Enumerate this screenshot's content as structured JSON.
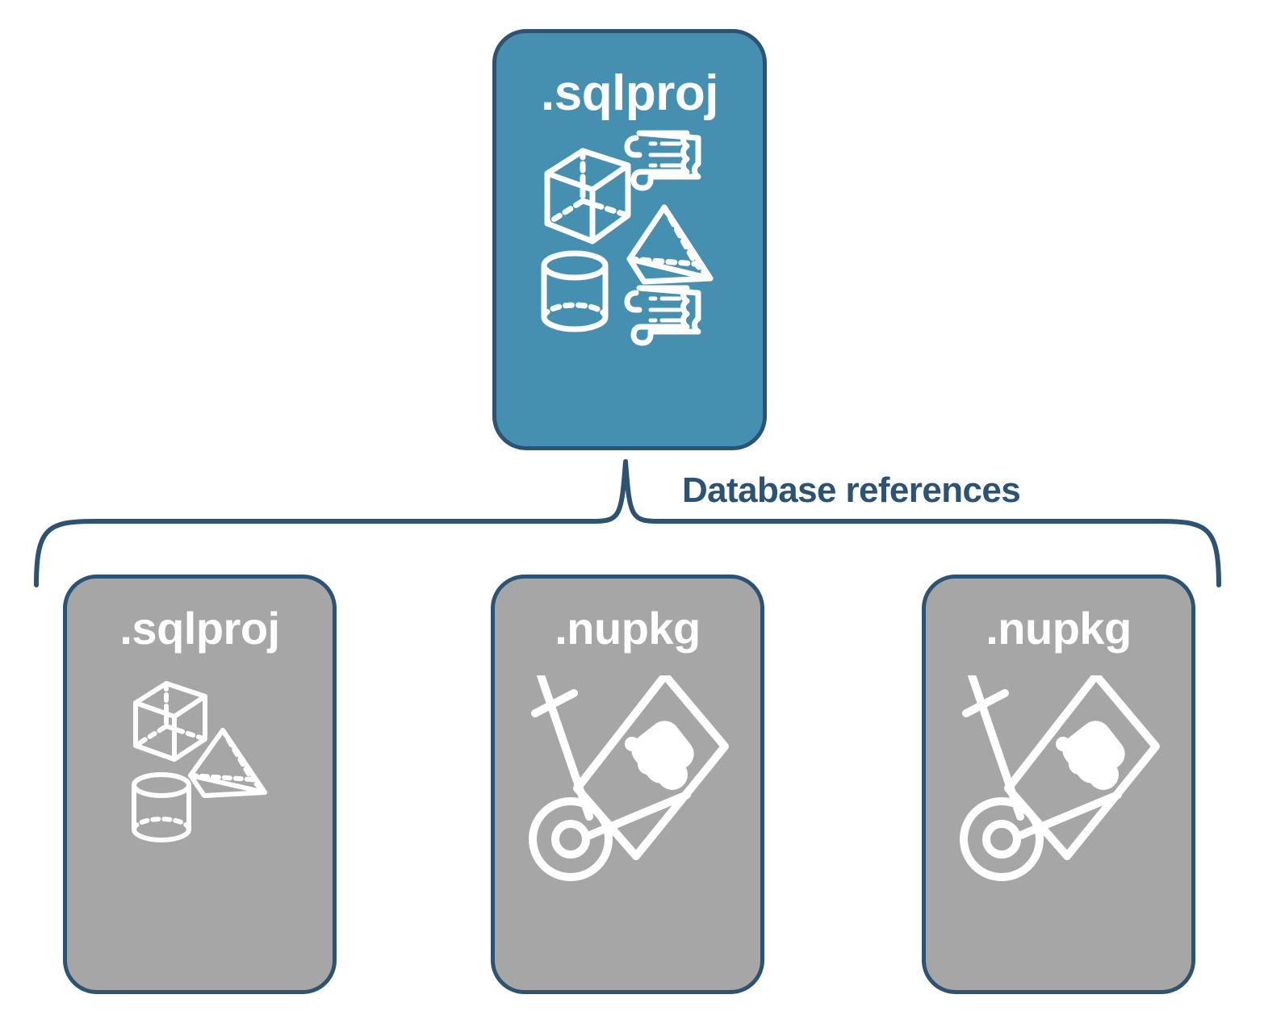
{
  "diagram": {
    "title_text": "Database references",
    "colors": {
      "root_fill": "#4590b0",
      "leaf_fill": "#a6a6a6",
      "stroke": "#2c5373",
      "label_text": "#2c5373",
      "icon": "#ffffff",
      "background": "#ffffff"
    },
    "root": {
      "label": ".sqlproj",
      "icons": [
        "cube-icon",
        "scroll-icon",
        "pyramid-icon",
        "cylinder-icon",
        "scroll-icon"
      ]
    },
    "leaves": [
      {
        "label": ".sqlproj",
        "icons": [
          "cube-icon",
          "pyramid-icon",
          "cylinder-icon"
        ]
      },
      {
        "label": ".nupkg",
        "icons": [
          "hand-truck-package-icon"
        ]
      },
      {
        "label": ".nupkg",
        "icons": [
          "hand-truck-package-icon"
        ]
      }
    ],
    "connector": {
      "type": "curly-brace",
      "label": "Database references"
    }
  }
}
